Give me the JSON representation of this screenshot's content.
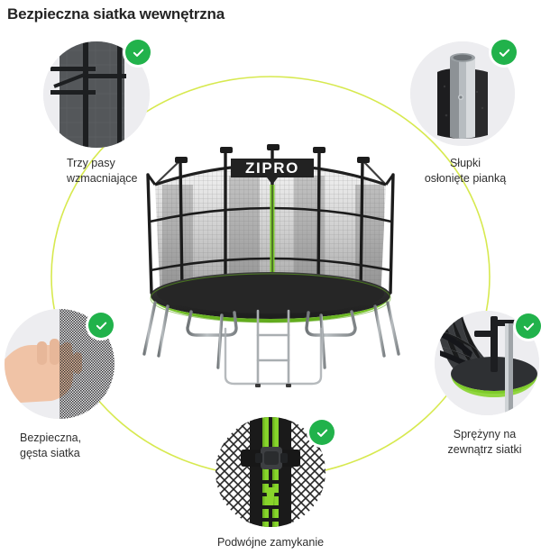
{
  "page": {
    "title": "Bezpieczna siatka wewnętrzna",
    "background_color": "#ffffff",
    "text_color": "#2e2e2e"
  },
  "theme": {
    "check_badge_color": "#21b24b",
    "check_mark_color": "#ffffff",
    "connector_line_color": "#d7e94f",
    "photo_circle_bg": "#ededf0",
    "product_pad_green": "#78c828",
    "product_frame_dark": "#2b2b2b",
    "product_leg_grey": "#9a9ea1"
  },
  "product": {
    "brand_label": "ZIPRO",
    "brand_text_color": "#ffffff",
    "brand_banner_color": "#222222",
    "alt": "trampolina z siatką wewnętrzną"
  },
  "features": [
    {
      "id": "trzy-pasy",
      "label": "Trzy pasy\nwzmacniające",
      "image_alt": "pasy wzmacniające siatki",
      "check": true
    },
    {
      "id": "slupki-pianka",
      "label": "Słupki\nosłonięte pianką",
      "image_alt": "słupek osłonięty pianką",
      "check": true
    },
    {
      "id": "gesta-siatka",
      "label": "Bezpieczna,\ngęsta siatka",
      "image_alt": "dłoń przy gęstej siatce",
      "check": true
    },
    {
      "id": "sprezyny-zewnatrz",
      "label": "Sprężyny na\nzewnątrz siatki",
      "image_alt": "sprężyny na zewnątrz siatki",
      "check": true
    },
    {
      "id": "podwojne-zamykanie",
      "label": "Podwójne zamykanie",
      "image_alt": "zamek błyskawiczny z klamrą",
      "check": true
    }
  ],
  "icons": {
    "check": "check-icon"
  }
}
